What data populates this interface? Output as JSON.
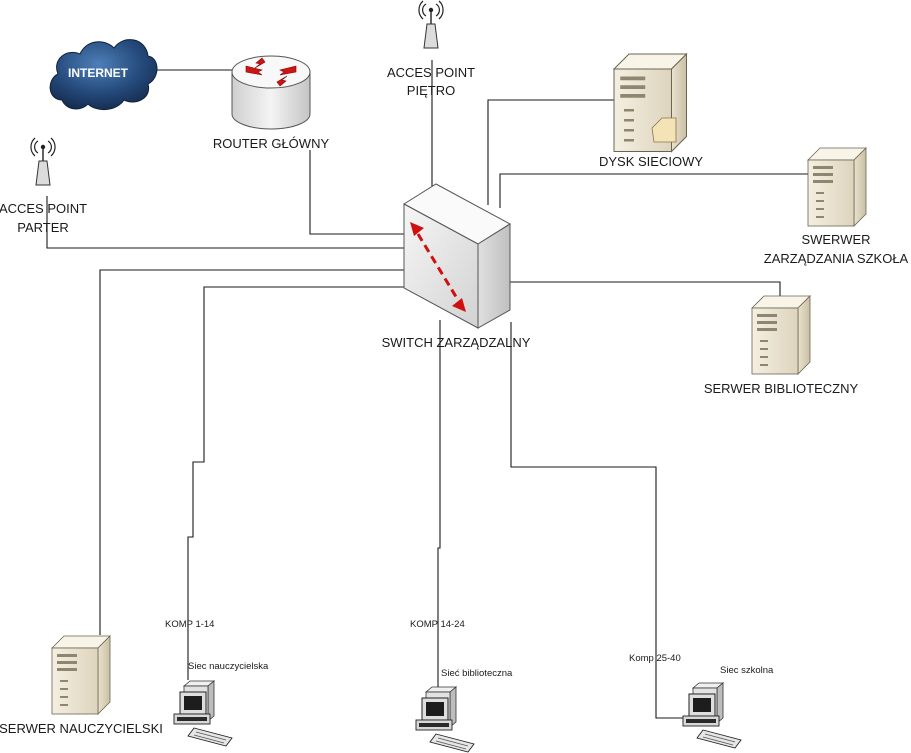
{
  "nodes": {
    "internet": {
      "label": "INTERNET"
    },
    "router": {
      "label": "ROUTER GŁÓWNY"
    },
    "ap_floor": {
      "label_line1": "ACCES POINT",
      "label_line2": "PIĘTRO"
    },
    "ap_ground": {
      "label_line1": "ACCES POINT",
      "label_line2": "PARTER"
    },
    "nas": {
      "label": "DYSK SIECIOWY"
    },
    "mgmt_server": {
      "label_line1": "SWERWER",
      "label_line2": "ZARZĄDZANIA SZKOŁA"
    },
    "switch": {
      "label": "SWITCH ZARZĄDZALNY"
    },
    "library_server": {
      "label": "SERWER BIBLIOTECZNY"
    },
    "teacher_server": {
      "label": "SERWER NAUCZYCIELSKI"
    },
    "pc_teachers": {
      "range": "KOMP 1-14",
      "network": "Siec nauczycielska"
    },
    "pc_library": {
      "range": "KOMP 14-24",
      "network": "Sieć biblioteczna"
    },
    "pc_school": {
      "range": "Komp 25-40",
      "network": "Siec szkolna"
    }
  },
  "colors": {
    "cloud": "#1f3d63",
    "switch_arrow": "#d01010",
    "server_body": "#efe9d8",
    "device_grey": "#e4e4e4"
  }
}
